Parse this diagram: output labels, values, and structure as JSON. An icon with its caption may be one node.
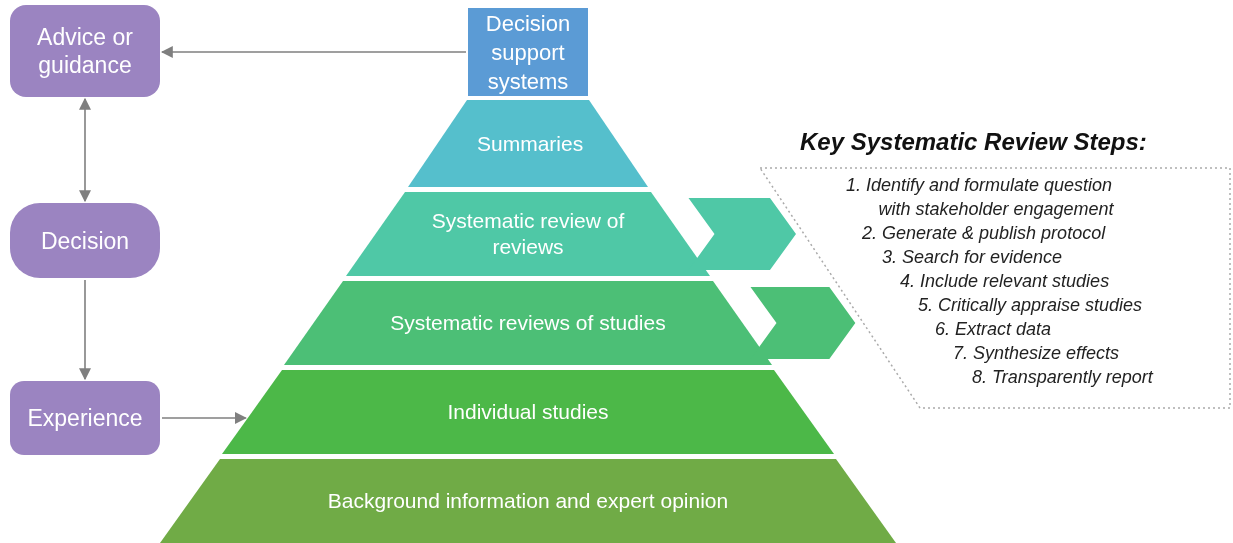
{
  "diagram": {
    "nodes": [
      {
        "text": [
          "Advice or guidance"
        ]
      },
      {
        "text": [
          "Decision"
        ]
      },
      {
        "text": [
          "Experience"
        ]
      },
      {
        "text": [
          "Decision support systems"
        ]
      },
      {
        "text": [
          "Summaries"
        ]
      },
      {
        "text": [
          "Systematic review of reviews"
        ]
      },
      {
        "text": [
          "Systematic reviews of studies"
        ]
      },
      {
        "text": [
          "Individual studies"
        ]
      },
      {
        "text": [
          "Background information and expert opinion"
        ]
      },
      {
        "text": [
          "Key Systematic Review Steps:",
          "1. Identify and formulate question with stakeholder engagement",
          "2. Generate & publish protocol",
          "3. Search for evidence",
          "4. Include relevant studies",
          "5. Critically appraise studies",
          "6. Extract data",
          "7. Synthesize effects",
          "8. Transparently report"
        ]
      }
    ],
    "edges": [
      {
        "from": 3,
        "to": 0,
        "arrow": "to"
      },
      {
        "from": 0,
        "to": 1,
        "arrow": "both"
      },
      {
        "from": 1,
        "to": 2,
        "arrow": "to"
      },
      {
        "from": 2,
        "to": 7,
        "arrow": "to"
      },
      {
        "from": 5,
        "to": 9,
        "arrow": "to",
        "style": "thick",
        "color": "#4fc8a6"
      },
      {
        "from": 6,
        "to": 9,
        "arrow": "to",
        "style": "thick",
        "color": "#4cbf76"
      }
    ]
  }
}
